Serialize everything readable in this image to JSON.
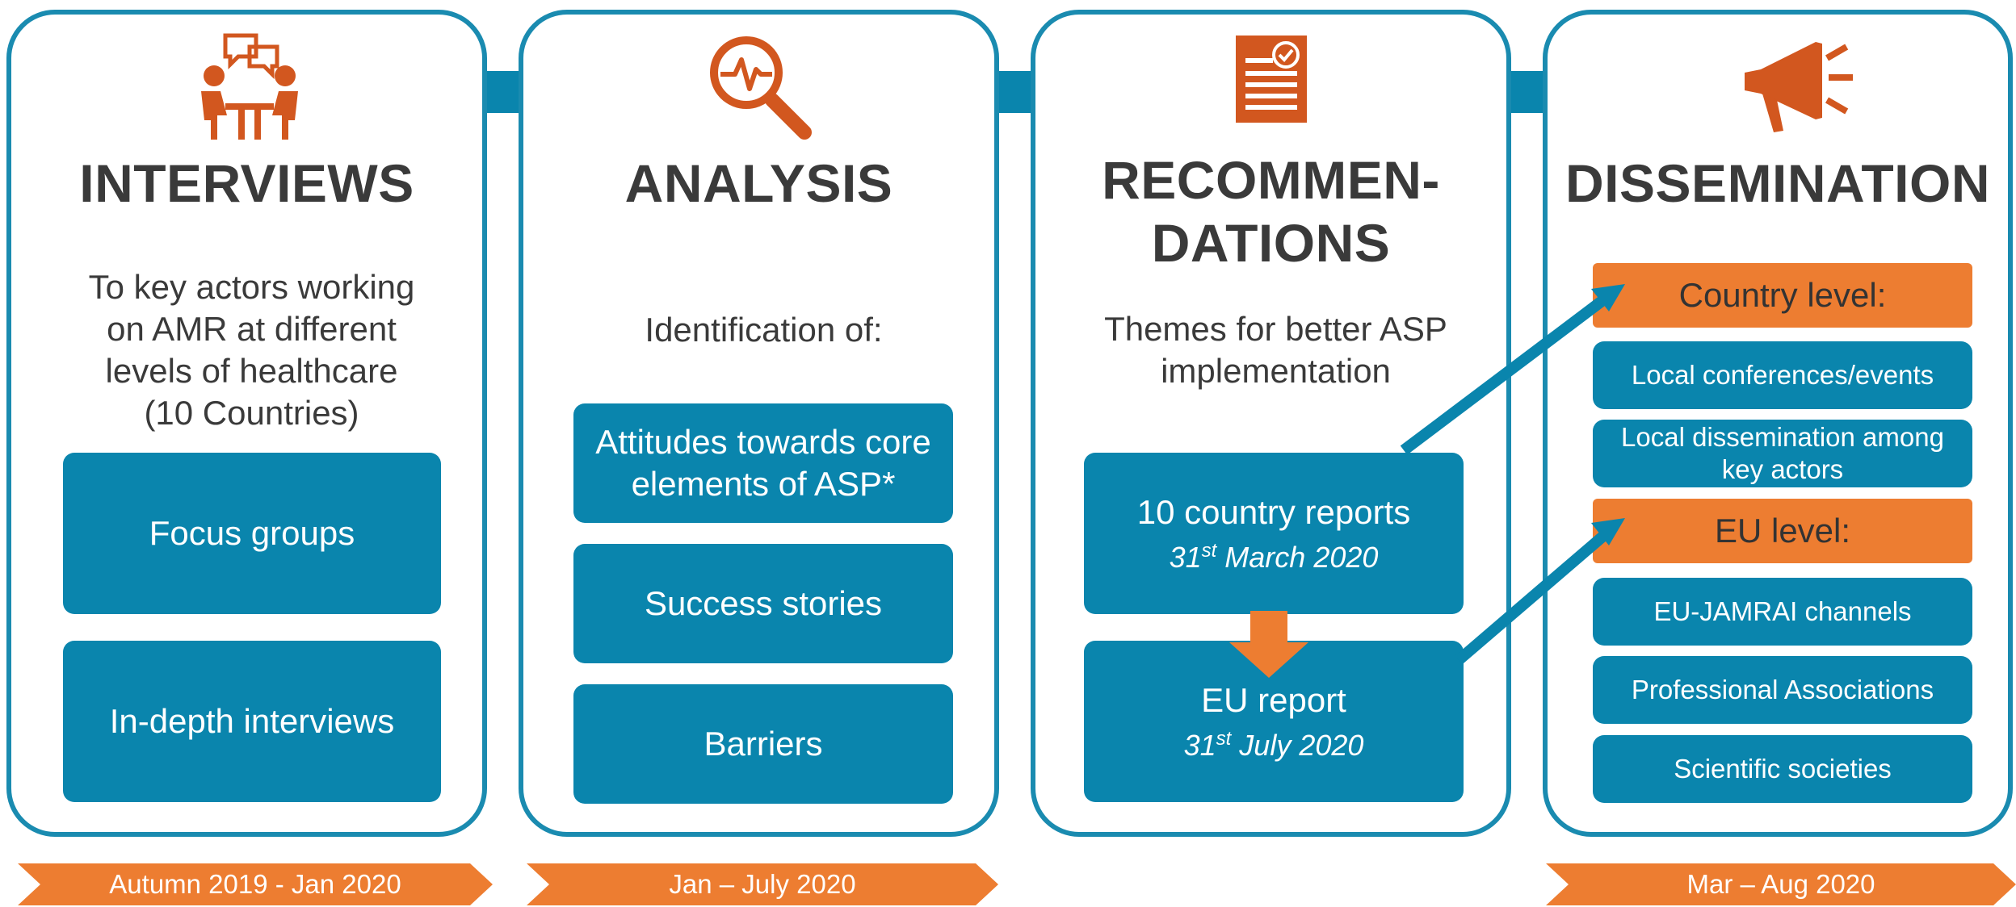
{
  "colors": {
    "teal": "#0a85ad",
    "border": "#1a8bb0",
    "orange": "#ed7d31",
    "icon_orange": "#d2571f"
  },
  "columns": [
    {
      "icon": "meeting-icon",
      "title": "INTERVIEWS",
      "desc_lines": [
        "To key actors working",
        "on AMR at different",
        "levels of healthcare",
        "(10 Countries)"
      ],
      "boxes": [
        "Focus groups",
        "In-depth interviews"
      ],
      "timeline": "Autumn 2019 - Jan 2020"
    },
    {
      "icon": "analysis-magnifier-icon",
      "title": "ANALYSIS",
      "desc_lines": [
        "Identification of:"
      ],
      "boxes": [
        "Attitudes towards core elements of ASP*",
        "Success stories",
        "Barriers"
      ],
      "timeline": "Jan – July 2020"
    },
    {
      "icon": "document-check-icon",
      "title_lines": [
        "RECOMMEN-",
        "DATIONS"
      ],
      "desc_lines": [
        "Themes for better ASP",
        "implementation"
      ],
      "reports": [
        {
          "label": "10 country reports",
          "date_day": "31",
          "date_sup": "st",
          "date_rest": " March 2020"
        },
        {
          "label": "EU report",
          "date_day": "31",
          "date_sup": "st",
          "date_rest": " July 2020"
        }
      ]
    },
    {
      "icon": "megaphone-icon",
      "title": "DISSEMINATION",
      "country_heading": "Country level:",
      "country_items": [
        "Local conferences/events",
        "Local dissemination among key actors"
      ],
      "eu_heading": "EU level:",
      "eu_items": [
        "EU-JAMRAI channels",
        "Professional Associations",
        "Scientific societies"
      ],
      "timeline": "Mar – Aug 2020"
    }
  ]
}
